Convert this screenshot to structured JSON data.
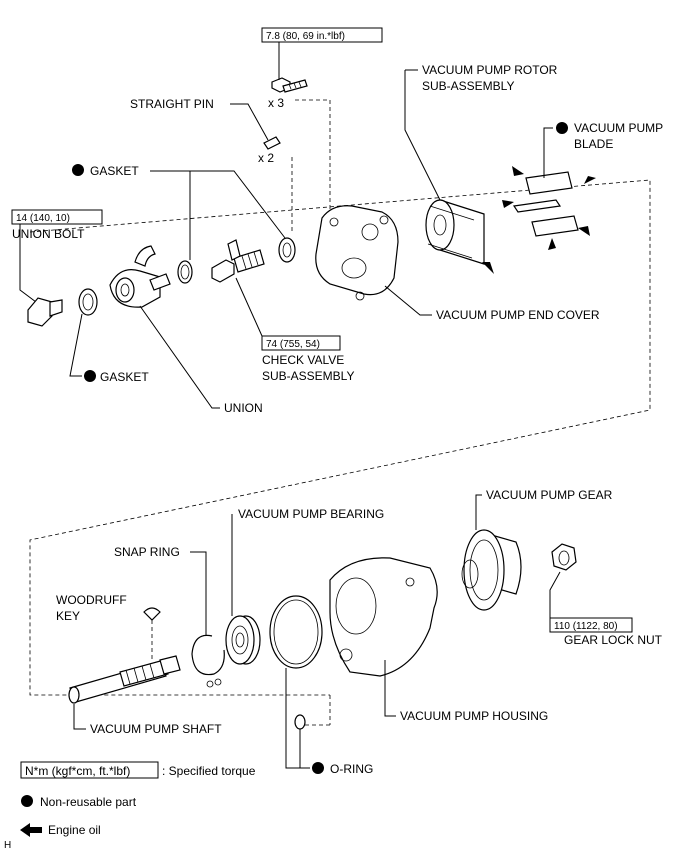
{
  "labels": {
    "torque_bolt": "7.8 (80, 69 in.*lbf)",
    "x3": "x 3",
    "straight_pin": "STRAIGHT PIN",
    "x2": "x 2",
    "gasket_top": "GASKET",
    "torque_union_bolt": "14 (140, 10)",
    "union_bolt": "UNION BOLT",
    "rotor_line1": "VACUUM PUMP ROTOR",
    "rotor_line2": "SUB-ASSEMBLY",
    "blade_line1": "VACUUM PUMP",
    "blade_line2": "BLADE",
    "end_cover": "VACUUM PUMP END COVER",
    "torque_check_valve": "74 (755, 54)",
    "check_valve_line1": "CHECK VALVE",
    "check_valve_line2": "SUB-ASSEMBLY",
    "gasket_bottom": "GASKET",
    "union": "UNION",
    "gear": "VACUUM PUMP GEAR",
    "bearing": "VACUUM PUMP BEARING",
    "snap_ring": "SNAP RING",
    "woodruff_line1": "WOODRUFF",
    "woodruff_line2": "KEY",
    "torque_gear_nut": "110 (1122, 80)",
    "gear_lock_nut": "GEAR LOCK NUT",
    "shaft": "VACUUM PUMP SHAFT",
    "housing": "VACUUM PUMP HOUSING",
    "o_ring": "O-RING"
  },
  "legend": {
    "torque_box": "N*m (kgf*cm, ft.*lbf)",
    "torque_desc": ": Specified torque",
    "non_reusable": "Non-reusable part",
    "engine_oil": "Engine oil",
    "corner_mark": "H"
  }
}
